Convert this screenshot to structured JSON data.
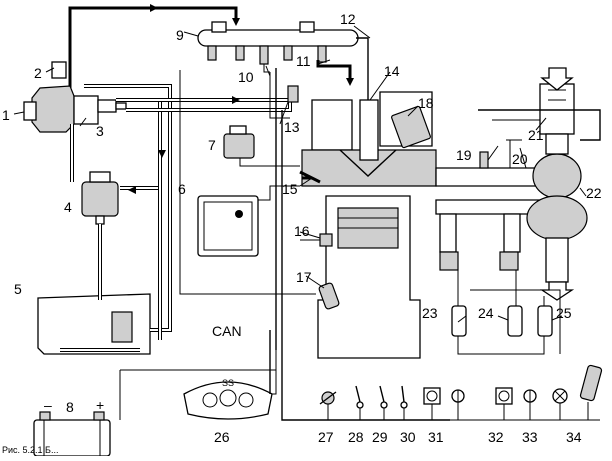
{
  "diagram": {
    "callouts": [
      {
        "id": "c1",
        "text": "1"
      },
      {
        "id": "c2",
        "text": "2"
      },
      {
        "id": "c3",
        "text": "3"
      },
      {
        "id": "c4",
        "text": "4"
      },
      {
        "id": "c5",
        "text": "5"
      },
      {
        "id": "c6",
        "text": "6"
      },
      {
        "id": "c7",
        "text": "7"
      },
      {
        "id": "c8",
        "text": "8"
      },
      {
        "id": "c9",
        "text": "9"
      },
      {
        "id": "c10",
        "text": "10"
      },
      {
        "id": "c11",
        "text": "11"
      },
      {
        "id": "c12",
        "text": "12"
      },
      {
        "id": "c13",
        "text": "13"
      },
      {
        "id": "c14",
        "text": "14"
      },
      {
        "id": "c15",
        "text": "15"
      },
      {
        "id": "c16",
        "text": "16"
      },
      {
        "id": "c17",
        "text": "17"
      },
      {
        "id": "c18",
        "text": "18"
      },
      {
        "id": "c19",
        "text": "19"
      },
      {
        "id": "c20",
        "text": "20"
      },
      {
        "id": "c21",
        "text": "21"
      },
      {
        "id": "c22",
        "text": "22"
      },
      {
        "id": "c23",
        "text": "23"
      },
      {
        "id": "c24",
        "text": "24"
      },
      {
        "id": "c25",
        "text": "25"
      },
      {
        "id": "c26",
        "text": "26"
      },
      {
        "id": "c27",
        "text": "27"
      },
      {
        "id": "c28",
        "text": "28"
      },
      {
        "id": "c29",
        "text": "29"
      },
      {
        "id": "c30",
        "text": "30"
      },
      {
        "id": "c31",
        "text": "31"
      },
      {
        "id": "c32",
        "text": "32"
      },
      {
        "id": "c33",
        "text": "33"
      },
      {
        "id": "c34",
        "text": "34"
      }
    ],
    "can_label": "CAN",
    "battery_minus": "–",
    "battery_plus": "+",
    "gauge_text": "SS",
    "caption_fragment": "Рис. 5.2.1 Б..."
  },
  "colors": {
    "ink": "#000000",
    "paper": "#ffffff",
    "shade": "#cfcfcf"
  }
}
